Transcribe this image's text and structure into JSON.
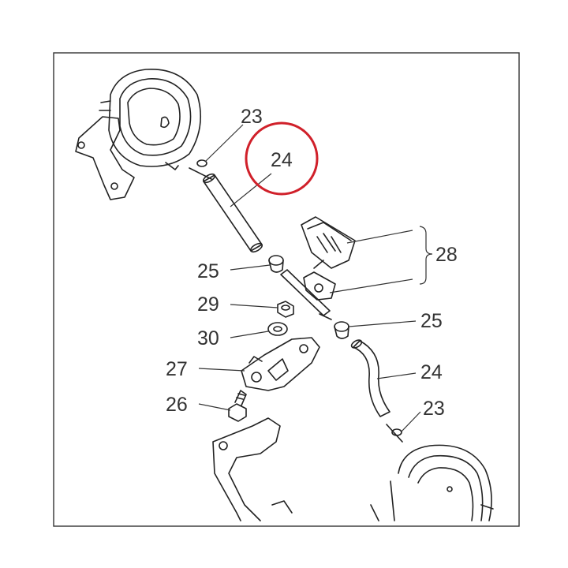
{
  "diagram": {
    "highlight_color": "#d0202a",
    "labels": {
      "l23a": "23",
      "l24a": "24",
      "l25a": "25",
      "l29": "29",
      "l30": "30",
      "l27": "27",
      "l26": "26",
      "l28": "28",
      "l25b": "25",
      "l24b": "24",
      "l23b": "23"
    }
  }
}
